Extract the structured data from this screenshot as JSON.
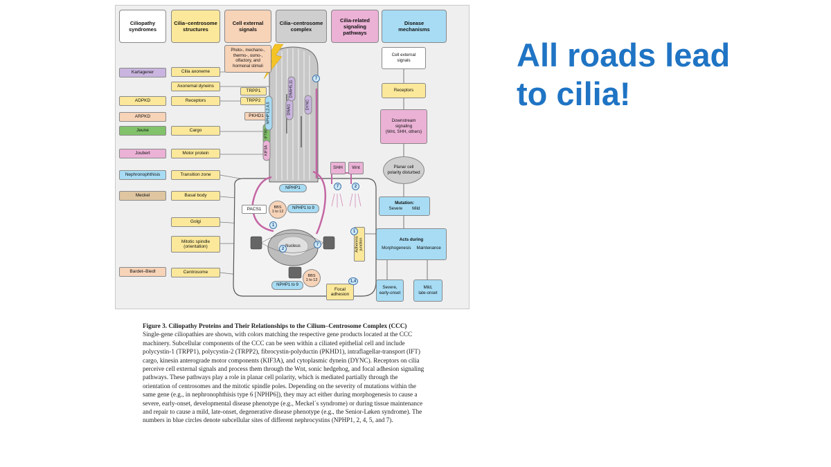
{
  "slide": {
    "title": "All roads lead\nto cilia!"
  },
  "figure": {
    "headers": [
      {
        "label": "Ciliopathy\nsyndromes"
      },
      {
        "label": "Cilia–centrosome\nstructures"
      },
      {
        "label": "Cell external\nsignals"
      },
      {
        "label": "Cilia–centrosome\ncomplex"
      },
      {
        "label": "Cilia-related\nsignaling\npathways"
      },
      {
        "label": "Disease\nmechanisms"
      }
    ],
    "external_signals": "Photo-, mechano-,\nthermo-, osmo-,\nolfactory, and\nhormonal stimuli",
    "syndromes": [
      "Kartagener",
      "ADPKD",
      "ARPKD",
      "Jeune",
      "Joubert",
      "Nephronophthisis",
      "Meckel",
      "Bardet–Biedl"
    ],
    "structures": [
      "Cilia axoneme",
      "Axonemal dyneins",
      "Receptors",
      "Cargo",
      "Motor protein",
      "Transition zone",
      "Basal body",
      "Golgi",
      "Mitotic spindle\n(orientation)",
      "Centrosome"
    ],
    "proteins": {
      "trpp1": "TRPP1",
      "trpp2": "TRPP2",
      "pkhd1": "PKHD1",
      "pacs1": "PACS1",
      "ift80": "IFT80",
      "kif3a": "KIF3A",
      "nphp": "NPHP1,2,4,5",
      "dnai1": "DNAI1",
      "dnah": "DNAH5,11",
      "dync": "DYNC",
      "nphp1_tz": "NPHP1",
      "bbs_top": "BBS\n1 to 12",
      "nphp1to9_top": "NPHP1 to 9",
      "nucleus": "Nucleus",
      "bbs_bottom": "BBS\n1 to 12",
      "nphp1to9_bottom": "NPHP1 to 9"
    },
    "pathways": {
      "shh": "SHH",
      "wnt": "Wnt",
      "adherens": "Adherens\njunction",
      "focal": "Focal\nadhesion"
    },
    "site_numbers": {
      "top": "7",
      "shh": "7",
      "wnt": "2",
      "golgi": "1",
      "nucleus_left": "2",
      "nucleus_right": "7",
      "adherens": "1",
      "focal": "1,4"
    },
    "mechanisms": {
      "signals": "Cell external\nsignals",
      "receptors": "Receptors",
      "downstream": "Downstream\nsignaling\n(Wnt, SHH, others)",
      "planar": "Planar cell\npolarity disturbed",
      "mutation_title": "Mutation:",
      "mutation_severe": "Severe",
      "mutation_mild": "Mild",
      "acts_title": "Acts during",
      "acts_morph": "Morphogenesis",
      "acts_maint": "Maintenance",
      "outcome_severe": "Severe,\nearly-onset",
      "outcome_mild": "Mild,\nlate-onset"
    },
    "colors": {
      "purple": "#c9b5df",
      "yellow": "#fbe89a",
      "peach": "#f7d3b8",
      "green": "#82c26a",
      "pink": "#ebb2d6",
      "blue": "#a7dcf4",
      "tan": "#dfc6a1",
      "title_blue": "#1f74c4"
    }
  },
  "caption": {
    "title": "Figure 3. Ciliopathy Proteins and Their Relationships to the Cilium–Centrosome Complex (CCC)",
    "body": "Single-gene ciliopathies are shown, with colors matching the respective gene products located at the CCC machinery. Subcellular components of the CCC can be seen within a ciliated epithelial cell and include polycystin-1 (TRPP1), polycystin-2 (TRPP2), fibrocystin-polyductin (PKHD1), intraflagellar-transport (IFT) cargo, kinesin anterograde motor components (KIF3A), and cytoplasmic dynein (DYNC). Receptors on cilia perceive cell external signals and process them through the Wnt, sonic hedgehog, and focal adhesion signaling pathways. These pathways play a role in planar cell polarity, which is mediated partially through the orientation of centrosomes and the mitotic spindle poles. Depending on the severity of mutations within the same gene (e.g., in nephronophthisis type 6 [NPHP6]), they may act either during morphogenesis to cause a severe, early-onset, developmental disease phenotype (e.g., Meckel´s syndrome) or during tissue maintenance and repair to cause a mild, late-onset, degenerative disease phenotype (e.g., the Senior-Løken syndrome). The numbers in blue circles denote subcellular sites of different nephrocystins (NPHP1, 2, 4, 5, and 7)."
  }
}
